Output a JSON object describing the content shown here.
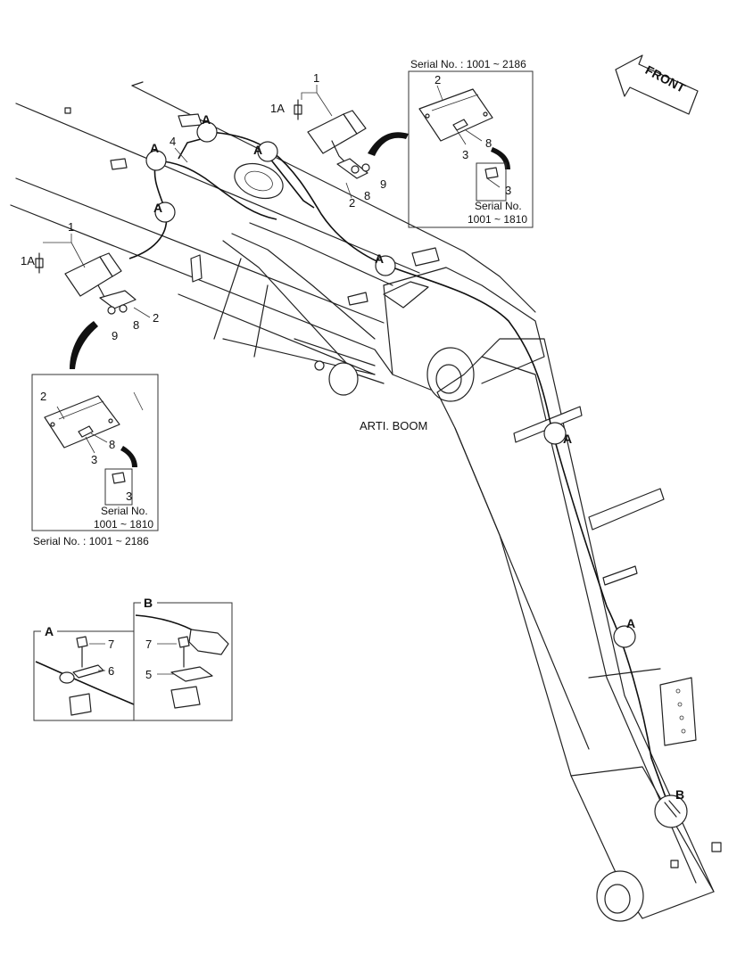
{
  "front_label": "FRONT",
  "boom_label": "ARTI. BOOM",
  "serial_top": "Serial No. : 1001 ~ 2186",
  "serial_left": "Serial No. : 1001 ~ 2186",
  "serial_sub_a": "Serial No.",
  "serial_sub_b": "1001 ~ 1810",
  "detail_a": "A",
  "detail_b": "B",
  "parts": {
    "p1": "1",
    "p1a": "1A",
    "p2": "2",
    "p3": "3",
    "p4": "4",
    "p5": "5",
    "p6": "6",
    "p7": "7",
    "p8": "8",
    "p9": "9"
  }
}
